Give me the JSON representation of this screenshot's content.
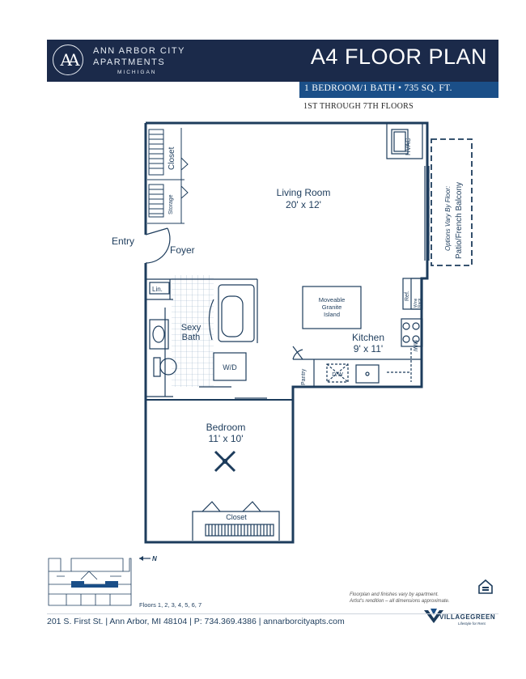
{
  "header": {
    "brand_line1": "ANN ARBOR CITY",
    "brand_line2": "APARTMENTS",
    "brand_line3": "MICHIGAN",
    "logo_letters": "AA",
    "title": "A4 FLOOR PLAN"
  },
  "summary": {
    "unit_info": "1 BEDROOM/1 BATH • 735 SQ. FT.",
    "floors_range": "1ST THROUGH 7TH FLOORS"
  },
  "rooms": {
    "closet_top": "Closet",
    "storage": "Storage",
    "hvac": "HVAC",
    "living_name": "Living Room",
    "living_size": "20' x 12'",
    "balcony_options": "Options Vary By Floor:",
    "balcony_name": "Patio/French Balcony",
    "entry": "Entry",
    "foyer": "Foyer",
    "linen": "Lin.",
    "bath_l1": "Sexy",
    "bath_l2": "Bath",
    "washer_dryer": "W/D",
    "island_l1": "Moveable",
    "island_l2": "Granite",
    "island_l3": "Island",
    "wine_l1": "Wine",
    "wine_l2": "Rack",
    "fridge": "Ref.",
    "microwave": "M/W",
    "kitchen_name": "Kitchen",
    "kitchen_size": "9' x 11'",
    "pantry": "Pantry",
    "dishwasher": "D/W",
    "bedroom_name": "Bedroom",
    "bedroom_size": "11' x 10'",
    "closet_bedroom": "Closet"
  },
  "keyplan": {
    "north_label": "N",
    "floors": "Floors 1, 2, 3, 4, 5, 6, 7"
  },
  "notes": {
    "disclaimer_1": "Floorplan and finishes vary by apartment.",
    "disclaimer_2": "Artist's rendition – all dimensions approximate."
  },
  "footer": {
    "contact": "201 S. First St.  |  Ann Arbor, MI 48104  |  P: 734.369.4386  |  annarborcityapts.com",
    "brand": "VILLAGEGREEN",
    "tagline": "Lifestyle for Rent"
  },
  "colors": {
    "navy": "#1b2a4a",
    "blue": "#1b4f88",
    "ink": "#1d3c5c"
  }
}
